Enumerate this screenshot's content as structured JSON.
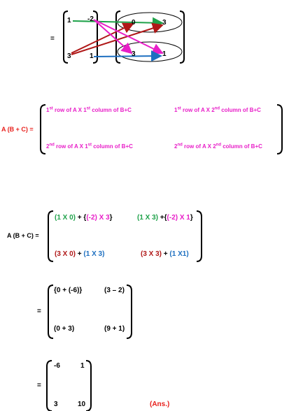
{
  "step1": {
    "equals": "=",
    "left": {
      "top_left": "1",
      "top_right": "-2",
      "bottom_left": "3",
      "bottom_right": "1"
    },
    "right": {
      "top_left": "0",
      "top_right": "3",
      "bottom_left": "3",
      "bottom_right": "1"
    }
  },
  "step2": {
    "label": "A (B + C)  =",
    "r1c1_a": "1",
    "r1c1_b": "st",
    "r1c1_c": " row of A  X  1",
    "r1c1_d": "st",
    "r1c1_e": " column of B+C",
    "r1c2_a": "1",
    "r1c2_b": "st",
    "r1c2_c": " row of A X 2",
    "r1c2_d": "nd",
    "r1c2_e": " column of B+C",
    "r2c1_a": "2",
    "r2c1_b": "nd",
    "r2c1_c": " row of A  X  1",
    "r2c1_d": "st",
    "r2c1_e": " column of B+C",
    "r2c2_a": "2",
    "r2c2_b": "nd",
    "r2c2_c": " row of A X 2",
    "r2c2_d": "nd",
    "r2c2_e": " column of B+C"
  },
  "step3": {
    "label": "A (B + C)  =",
    "r1c1_p1": "(1 X 0)",
    "r1c1_p2": " + {",
    "r1c1_p3": "(-2) X 3",
    "r1c1_p4": "}",
    "r1c2_p1": "(1 X 3)",
    "r1c2_p2": " +{",
    "r1c2_p3": "(-2) X 1",
    "r1c2_p4": "}",
    "r2c1_p1": "(3 X 0)",
    "r2c1_p2": " + ",
    "r2c1_p3": "(1 X 3)",
    "r2c2_p1": "(3 X 3)",
    "r2c2_p2": " + ",
    "r2c2_p3": "(1 X1)"
  },
  "step4": {
    "equals": "=",
    "r1c1": "{0 + (-6)}",
    "r1c2": "(3 – 2)",
    "r2c1": "(0 + 3)",
    "r2c2": "(9 + 1)"
  },
  "step5": {
    "equals": "=",
    "r1c1": "-6",
    "r1c2": "1",
    "r2c1": "3",
    "r2c2": "10",
    "ans": "(Ans.)"
  }
}
